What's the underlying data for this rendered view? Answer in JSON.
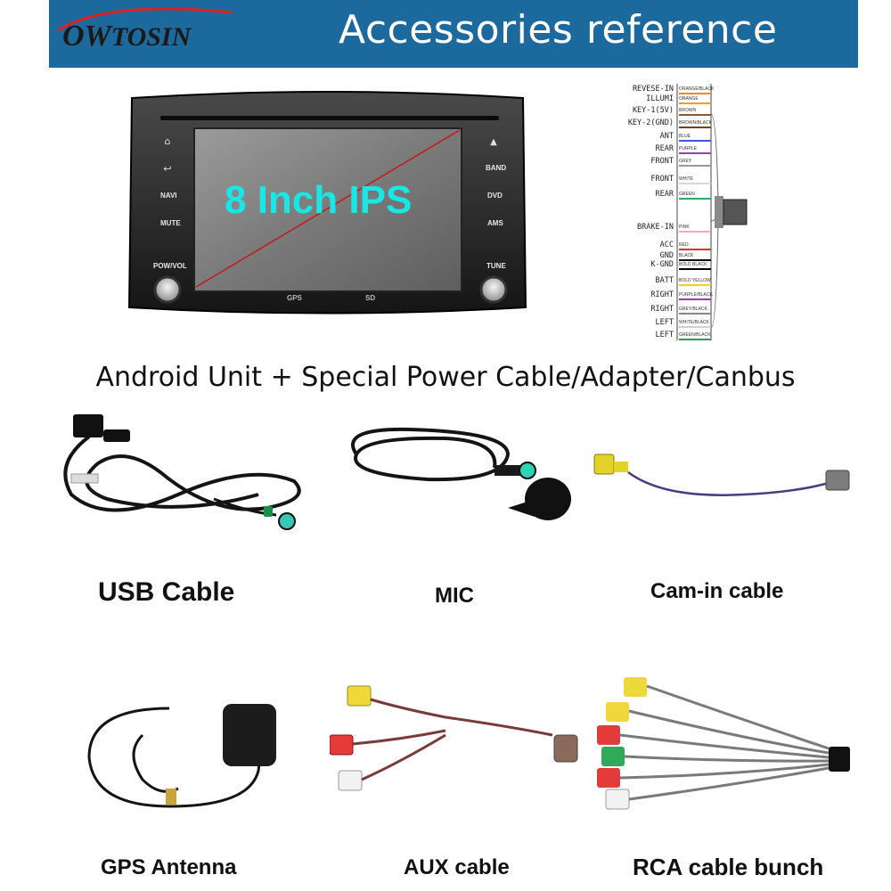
{
  "header": {
    "title": "Accessories reference",
    "brand_prefix": "OW",
    "brand_suffix": "TOSIN",
    "bg_color": "#1c6a9d"
  },
  "head_unit": {
    "screen_text": "8 Inch IPS",
    "left_buttons": [
      "NAVI",
      "MUTE",
      "POW/VOL"
    ],
    "right_buttons": [
      "BAND",
      "DVD",
      "AMS",
      "TUNE"
    ],
    "bottom_labels": [
      "GPS",
      "SD"
    ],
    "screen_color": "#19e6e6"
  },
  "wiring": {
    "pins": [
      {
        "label": "REVESE-IN",
        "color_name": "ORANGE/BLACK",
        "color": "#f08a24"
      },
      {
        "label": "ILLUMI",
        "color_name": "ORANGE",
        "color": "#f39a2e"
      },
      {
        "label": "KEY-1(5V)",
        "color_name": "BROWN",
        "color": "#8a5a2b"
      },
      {
        "label": "KEY-2(GND)",
        "color_name": "BROWN/BLACK",
        "color": "#6d4420"
      },
      {
        "label": "ANT",
        "color_name": "BLUE",
        "color": "#3b5bdb"
      },
      {
        "label": "REAR",
        "color_name": "PURPLE",
        "color": "#8e44ad"
      },
      {
        "label": "FRONT",
        "color_name": "GREY",
        "color": "#9a9a9a"
      },
      {
        "label": "FRONT",
        "color_name": "WHITE",
        "color": "#d8d8d8"
      },
      {
        "label": "REAR",
        "color_name": "GREEN",
        "color": "#27ae60"
      },
      {
        "label": "BRAKE-IN",
        "color_name": "PINK",
        "color": "#f4a6c6"
      },
      {
        "label": "ACC",
        "color_name": "RED",
        "color": "#e03131"
      },
      {
        "label": "GND",
        "color_name": "BLACK",
        "color": "#111111"
      },
      {
        "label": "K-GND",
        "color_name": "BOLD BLACK",
        "color": "#000000"
      },
      {
        "label": "BATT",
        "color_name": "BOLD YELLOW",
        "color": "#f2d21b"
      },
      {
        "label": "RIGHT",
        "color_name": "PURPLE/BLACK",
        "color": "#8e44ad"
      },
      {
        "label": "RIGHT",
        "color_name": "GREY/BLACK",
        "color": "#888888"
      },
      {
        "label": "LEFT",
        "color_name": "WHITE/BLACK",
        "color": "#cfcfcf"
      },
      {
        "label": "LEFT",
        "color_name": "GREEN/BLACK",
        "color": "#2f9e44"
      }
    ]
  },
  "subtitle": "Android Unit + Special Power Cable/Adapter/Canbus",
  "accessories": {
    "usb": "USB Cable",
    "mic": "MIC",
    "cam": "Cam-in cable",
    "gps": "GPS Antenna",
    "aux": "AUX cable",
    "rca": "RCA cable bunch"
  }
}
